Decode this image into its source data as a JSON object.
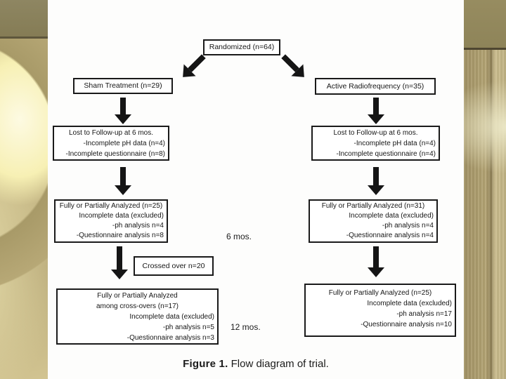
{
  "figure_caption": {
    "label": "Figure 1.",
    "text": " Flow diagram of trial."
  },
  "flowchart": {
    "boxes": {
      "randomized": {
        "lines": [
          "Randomized (n=64)"
        ]
      },
      "sham": {
        "lines": [
          "Sham Treatment (n=29)"
        ]
      },
      "active": {
        "lines": [
          "Active Radiofrequency (n=35)"
        ]
      },
      "lost_sham": {
        "lines": [
          "Lost to Follow-up at 6 mos.",
          "-Incomplete pH data (n=4)",
          "-Incomplete questionnaire (n=8)"
        ]
      },
      "lost_active": {
        "lines": [
          "Lost to Follow-up at 6 mos.",
          "-Incomplete pH data (n=4)",
          "-Incomplete questionnaire (n=4)"
        ]
      },
      "analyzed6_sham": {
        "lines": [
          "Fully or Partially Analyzed (n=25)",
          "Incomplete data (excluded)",
          "-ph analysis n=4",
          "-Questionnaire analysis n=8"
        ]
      },
      "analyzed6_active": {
        "lines": [
          "Fully or Partially Analyzed (n=31)",
          "Incomplete data (excluded)",
          "-ph analysis n=4",
          "-Questionnaire analysis n=4"
        ]
      },
      "crossed_over": {
        "lines": [
          "Crossed over n=20"
        ]
      },
      "analyzed12_crossovers": {
        "lines": [
          "Fully or Partially Analyzed",
          "among cross-overs (n=17)",
          "Incomplete data (excluded)",
          "-ph analysis n=5",
          "-Questionnaire analysis n=3"
        ]
      },
      "analyzed12_active": {
        "lines": [
          "Fully or Partially Analyzed (n=25)",
          "Incomplete data (excluded)",
          "-ph analysis n=17",
          "-Questionnaire analysis n=10"
        ]
      }
    },
    "timepoint_labels": {
      "six_months": "6 mos.",
      "twelve_months": "12 mos."
    }
  },
  "colors": {
    "slide_background": "#b3a477",
    "band_dark_olive": "#8a8159",
    "band_cream_highlight": "#f7f0b4",
    "panel_background": "#fdfdfc",
    "box_border": "#1a1a1a",
    "arrow": "#151515",
    "text": "#161616"
  }
}
